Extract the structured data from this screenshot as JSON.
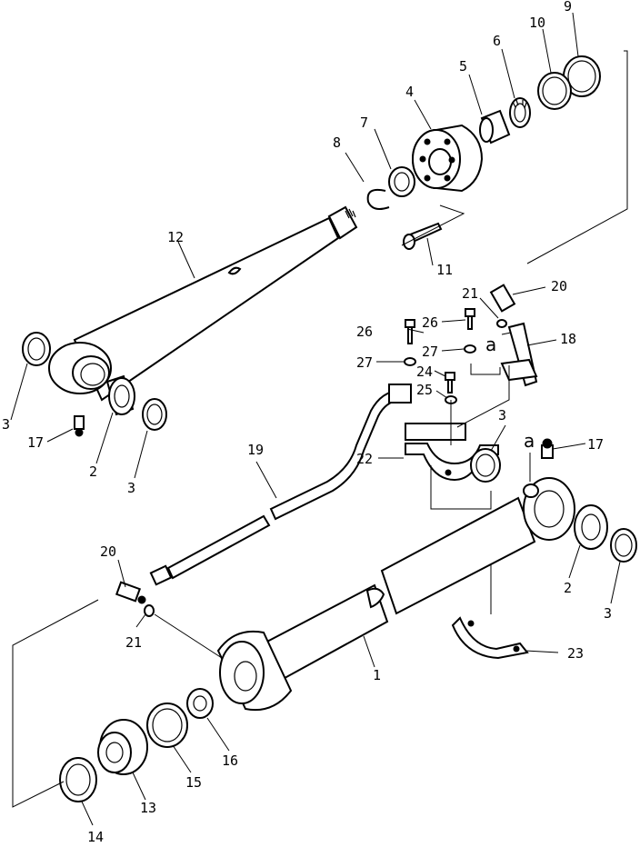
{
  "figure": {
    "type": "exploded parts diagram",
    "subject": "hydraulic cylinder assembly"
  },
  "callouts": {
    "c1": "1",
    "c2a": "2",
    "c2b": "2",
    "c3a": "3",
    "c3b": "3",
    "c3c": "3",
    "c3d": "3",
    "c4": "4",
    "c5": "5",
    "c6": "6",
    "c7": "7",
    "c8": "8",
    "c9": "9",
    "c10": "10",
    "c11": "11",
    "c12": "12",
    "c13": "13",
    "c14": "14",
    "c15": "15",
    "c16": "16",
    "c17a": "17",
    "c17b": "17",
    "c18": "18",
    "c19": "19",
    "c20a": "20",
    "c20b": "20",
    "c21a": "21",
    "c21b": "21",
    "c22": "22",
    "c23": "23",
    "c24": "24",
    "c25": "25",
    "c26a": "26",
    "c26b": "26",
    "c27a": "27",
    "c27b": "27"
  },
  "markers": {
    "a1": "a",
    "a2": "a"
  }
}
